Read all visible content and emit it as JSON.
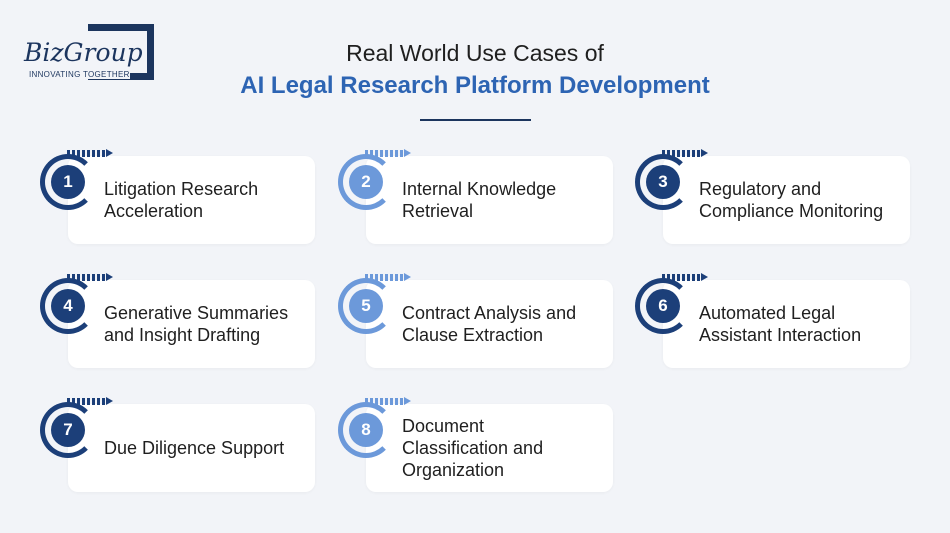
{
  "logo": {
    "wordmark": "BizGroup",
    "tagline": "INNOVATING TOGETHER"
  },
  "header": {
    "title_line1": "Real World Use Cases of",
    "title_line2": "AI Legal Research Platform Development"
  },
  "colors": {
    "dark_blue": "#1c3f79",
    "light_blue": "#6c99da",
    "title_blue": "#2d64b3",
    "background": "#f2f4f8"
  },
  "cards": [
    {
      "number": "1",
      "label": "Litigation Research Acceleration"
    },
    {
      "number": "2",
      "label": "Internal Knowledge Retrieval"
    },
    {
      "number": "3",
      "label": "Regulatory and Compliance Monitoring"
    },
    {
      "number": "4",
      "label": "Generative Summaries and Insight Drafting"
    },
    {
      "number": "5",
      "label": "Contract Analysis and Clause Extraction"
    },
    {
      "number": "6",
      "label": "Automated Legal Assistant Interaction"
    },
    {
      "number": "7",
      "label": "Due Diligence Support"
    },
    {
      "number": "8",
      "label": "Document Classification and Organization"
    }
  ]
}
